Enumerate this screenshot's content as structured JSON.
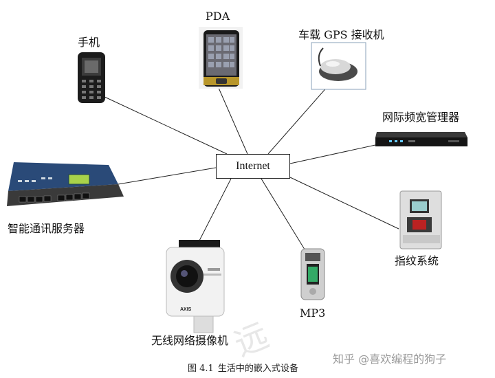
{
  "hub": {
    "label": "Internet"
  },
  "devices": [
    {
      "id": "phone",
      "label": "手机"
    },
    {
      "id": "pda",
      "label": "PDA"
    },
    {
      "id": "gps",
      "label": "车载 GPS 接收机"
    },
    {
      "id": "bandwidth",
      "label": "网际频宽管理器"
    },
    {
      "id": "fingerprint",
      "label": "指纹系统"
    },
    {
      "id": "mp3",
      "label": "MP3"
    },
    {
      "id": "camera",
      "label": "无线网络摄像机"
    },
    {
      "id": "server",
      "label": "智能通讯服务器"
    }
  ],
  "device_brand": {
    "camera_logo": "AXIS"
  },
  "caption": {
    "number": "图 4.1",
    "text": "生活中的嵌入式设备"
  },
  "watermark": "知乎 @喜欢编程的狗子",
  "stamp_text": "远",
  "colors": {
    "line": "#222222",
    "device_dark": "#2b2b2b",
    "screen_green": "#a8d24a"
  }
}
